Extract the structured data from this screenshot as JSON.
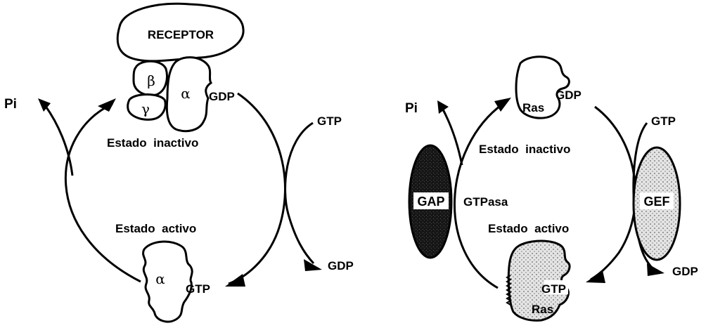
{
  "colors": {
    "ink": "#000000",
    "paper": "#ffffff",
    "gap_fill": "#1c1c1c",
    "gef_fill": "#d6d6d6",
    "ras_active_fill": "#cfcfcf"
  },
  "left_cycle": {
    "receptor": "RECEPTOR",
    "beta": "β",
    "gamma": "γ",
    "alpha_inactive": "α",
    "gdp_bound": "GDP",
    "pi": "Pi",
    "gtp_in": "GTP",
    "inactive_state": "Estado  inactivo",
    "active_state": "Estado  activo",
    "alpha_active": "α",
    "gtp_bound": "GTP",
    "gdp_out": "GDP"
  },
  "right_cycle": {
    "pi": "Pi",
    "ras_inactive": "Ras",
    "gdp_bound": "GDP",
    "gtp_in": "GTP",
    "inactive_state": "Estado  inactivo",
    "gap": "GAP",
    "gtpase": "GTPasa",
    "gef": "GEF",
    "active_state": "Estado  activo",
    "gtp_bound": "GTP",
    "ras_active": "Ras",
    "gdp_out": "GDP"
  }
}
